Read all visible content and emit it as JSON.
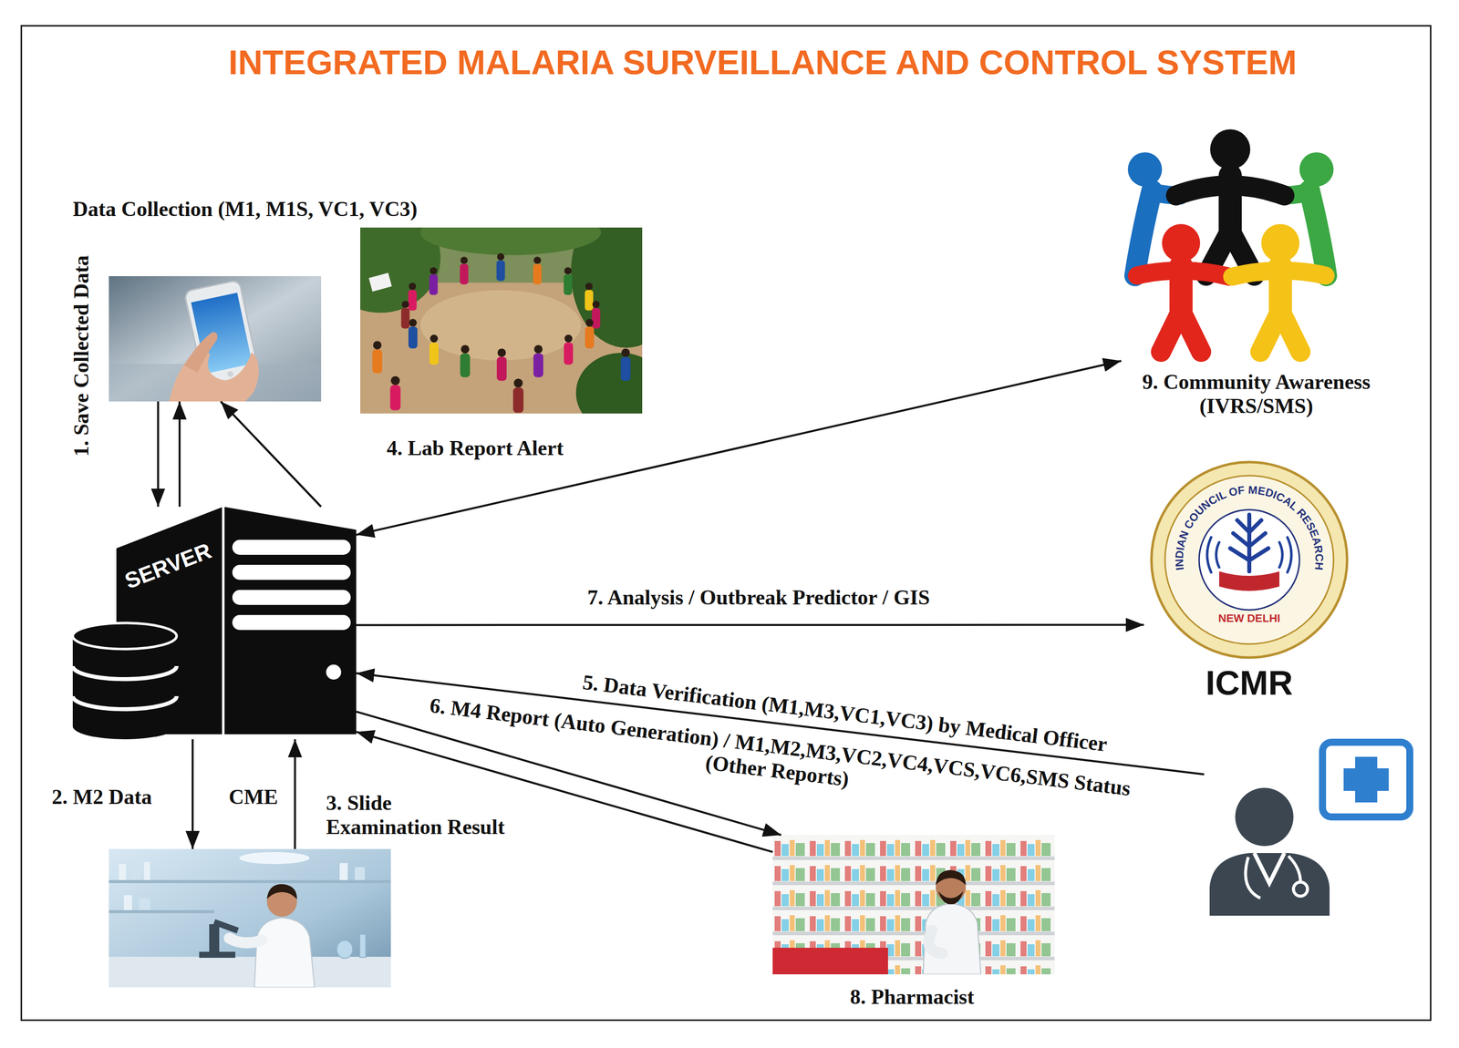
{
  "diagram": {
    "title": "INTEGRATED MALARIA SURVEILLANCE AND CONTROL SYSTEM",
    "nodes": [
      {
        "text": [
          "Data Collection (M1, M1S, VC1, VC3)"
        ]
      },
      {
        "text": [
          "SERVER"
        ]
      },
      {
        "text": []
      },
      {
        "text": [
          "9. Community Awareness (IVRS/SMS)"
        ]
      },
      {
        "text": [
          "INDIAN COUNCIL OF MEDICAL RESEARCH",
          "NEW DELHI",
          "ICMR"
        ]
      },
      {
        "text": [
          "8. Pharmacist"
        ]
      },
      {
        "text": []
      }
    ],
    "edges": [
      {
        "from": 0,
        "to": 1,
        "arrow": "to",
        "label": "1. Save Collected Data"
      },
      {
        "from": 1,
        "to": 0,
        "arrow": "to"
      },
      {
        "from": 1,
        "to": 0,
        "arrow": "to",
        "label": "4. Lab Report Alert"
      },
      {
        "from": 1,
        "to": 2,
        "arrow": "to",
        "label": "2. M2 Data"
      },
      {
        "from": 2,
        "to": 1,
        "arrow": "to",
        "label": "3. Slide Examination Result"
      },
      {
        "from": 1,
        "to": 3,
        "arrow": "both"
      },
      {
        "from": 1,
        "to": 4,
        "arrow": "to",
        "label": "7. Analysis / Outbreak Predictor / GIS"
      },
      {
        "from": 6,
        "to": 1,
        "arrow": "to",
        "label": "5. Data Verification (M1,M3,VC1,VC3) by Medical Officer"
      },
      {
        "from": 1,
        "to": 5,
        "arrow": "to",
        "label": "6. M4 Report (Auto Generation) / M1,M2,M3,VC2,VC4,VCS,VC6,SMS Status (Other Reports)"
      },
      {
        "from": 5,
        "to": 1,
        "arrow": "to"
      }
    ],
    "labels": [
      "CME"
    ]
  }
}
